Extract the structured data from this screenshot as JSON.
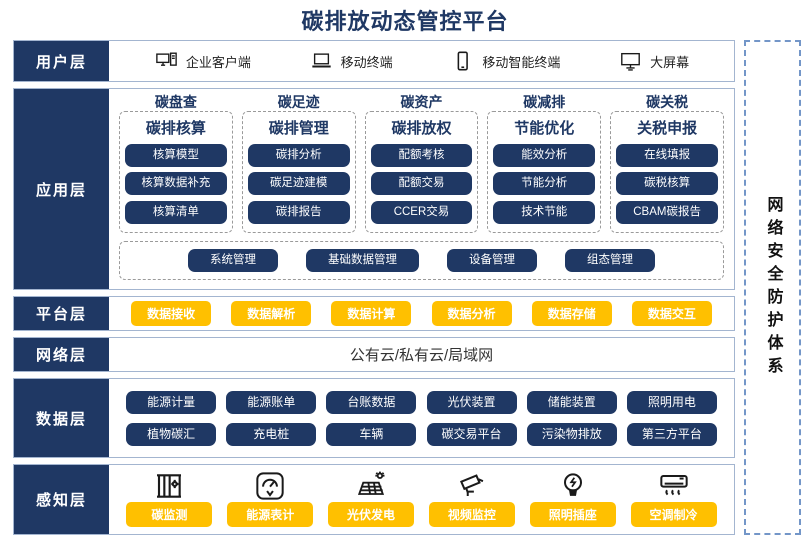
{
  "title": "碳排放动态管控平台",
  "colors": {
    "navy": "#1F3864",
    "yellow": "#FFC000",
    "layer_border": "#A3B5D0",
    "dashed_border": "#9A9A9A",
    "security_border": "#7396C8"
  },
  "security_bar": {
    "text": "网络安全防护体系"
  },
  "layers": {
    "user": {
      "label": "用户层",
      "items": [
        {
          "icon": "desktop-pc-icon",
          "label": "企业客户端"
        },
        {
          "icon": "laptop-icon",
          "label": "移动终端"
        },
        {
          "icon": "smartphone-icon",
          "label": "移动智能终端"
        },
        {
          "icon": "big-screen-icon",
          "label": "大屏幕"
        }
      ]
    },
    "application": {
      "label": "应用层",
      "groups": [
        {
          "category": "碳盘查",
          "title": "碳排核算",
          "items": [
            "核算模型",
            "核算数据补充",
            "核算清单"
          ]
        },
        {
          "category": "碳足迹",
          "title": "碳排管理",
          "items": [
            "碳排分析",
            "碳足迹建模",
            "碳排报告"
          ]
        },
        {
          "category": "碳资产",
          "title": "碳排放权",
          "items": [
            "配额考核",
            "配额交易",
            "CCER交易"
          ]
        },
        {
          "category": "碳减排",
          "title": "节能优化",
          "items": [
            "能效分析",
            "节能分析",
            "技术节能"
          ]
        },
        {
          "category": "碳关税",
          "title": "关税申报",
          "items": [
            "在线填报",
            "碳税核算",
            "CBAM碳报告"
          ]
        }
      ],
      "management_items": [
        "系统管理",
        "基础数据管理",
        "设备管理",
        "组态管理"
      ]
    },
    "platform": {
      "label": "平台层",
      "items": [
        "数据接收",
        "数据解析",
        "数据计算",
        "数据分析",
        "数据存储",
        "数据交互"
      ]
    },
    "network": {
      "label": "网络层",
      "content": "公有云/私有云/局域网"
    },
    "data": {
      "label": "数据层",
      "rows": [
        [
          "能源计量",
          "能源账单",
          "台账数据",
          "光伏装置",
          "储能装置",
          "照明用电"
        ],
        [
          "植物碳汇",
          "充电桩",
          "车辆",
          "碳交易平台",
          "污染物排放",
          "第三方平台"
        ]
      ]
    },
    "perception": {
      "label": "感知层",
      "items": [
        {
          "icon": "carbon-monitor-icon",
          "label": "碳监测"
        },
        {
          "icon": "energy-meter-icon",
          "label": "能源表计"
        },
        {
          "icon": "solar-panel-icon",
          "label": "光伏发电"
        },
        {
          "icon": "cctv-camera-icon",
          "label": "视频监控"
        },
        {
          "icon": "light-bulb-icon",
          "label": "照明插座"
        },
        {
          "icon": "air-conditioner-icon",
          "label": "空调制冷"
        }
      ]
    }
  }
}
